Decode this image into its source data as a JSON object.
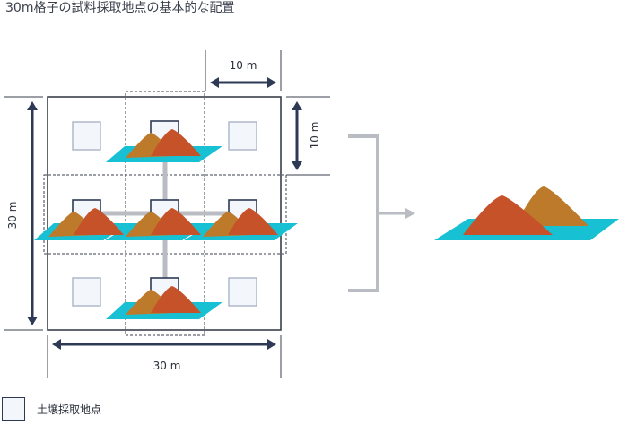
{
  "title": "30m格子の試料採取地点の基本的な配置",
  "dimensions": {
    "cell_width": "10 m",
    "cell_height": "10 m",
    "grid_height": "30 m",
    "grid_width": "30 m"
  },
  "legend": {
    "label": "土壌採取地点"
  },
  "colors": {
    "grid_frame": "#3a3f4b",
    "sample_square_corner": "#aab4c8",
    "sample_square_center": "#2e3a55",
    "square_fill": "#f3f6fb",
    "mat": "#18c0d4",
    "mound_orange": "#bd7a2b",
    "mound_red": "#c6522a",
    "connector": "#b9bcc2",
    "arrow": "#2e3a55"
  }
}
